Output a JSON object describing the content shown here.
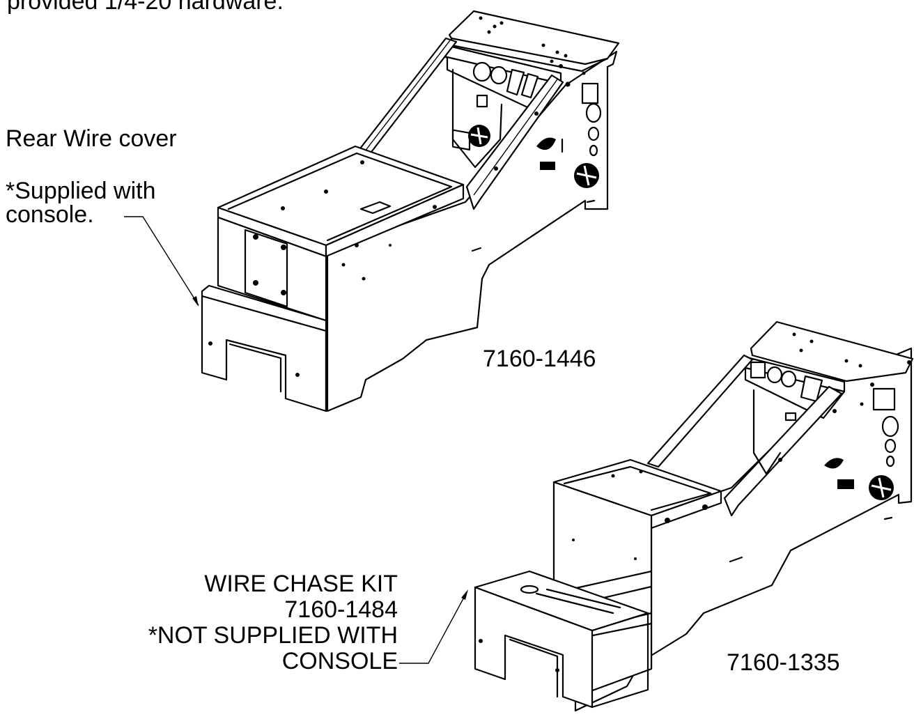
{
  "intro_line": "provided 1/4-20 hardware.",
  "rear_cover_label": {
    "title": "Rear Wire cover",
    "note_line1": "*Supplied with",
    "note_line2": " console."
  },
  "console_top": {
    "part_number": "7160-1446"
  },
  "console_bottom": {
    "part_number": "7160-1335"
  },
  "wire_chase_label": {
    "line1": "WIRE CHASE KIT",
    "line2": "7160-1484",
    "line3": "*NOT SUPPLIED WITH",
    "line4": "CONSOLE"
  }
}
